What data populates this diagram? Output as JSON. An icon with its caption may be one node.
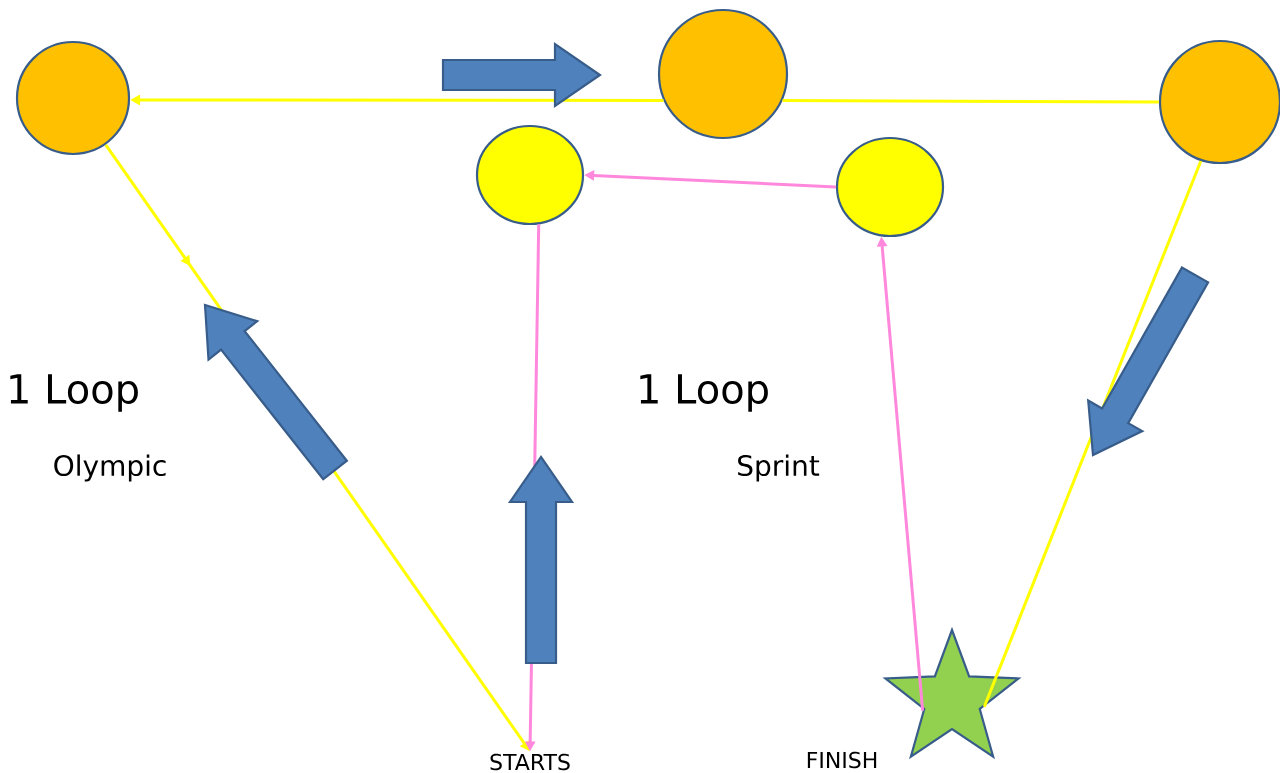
{
  "diagram": {
    "nodes": [
      {
        "text": [],
        "shape": "circle"
      },
      {
        "text": [],
        "shape": "circle"
      },
      {
        "text": [],
        "shape": "circle"
      },
      {
        "text": [],
        "shape": "circle"
      },
      {
        "text": [],
        "shape": "circle"
      },
      {
        "text": [
          "STARTS"
        ]
      },
      {
        "text": [
          "FINISH"
        ]
      },
      {
        "text": [],
        "shape": "star"
      }
    ],
    "edges": [
      {
        "from": 7,
        "to": 2,
        "arrow": "none"
      },
      {
        "from": 2,
        "to": 1,
        "arrow": "none"
      },
      {
        "from": 1,
        "to": 0,
        "arrow": "to"
      },
      {
        "from": 0,
        "to": 5,
        "arrow": "to"
      },
      {
        "from": 7,
        "to": 4,
        "arrow": "to",
        "color": "#ff88dd"
      },
      {
        "from": 4,
        "to": 3,
        "arrow": "to",
        "color": "#ff88dd"
      },
      {
        "from": 3,
        "to": 5,
        "arrow": "to",
        "color": "#ff88dd"
      }
    ],
    "labels": [
      "1 Loop",
      "Olympic",
      "1 Loop",
      "Sprint"
    ]
  }
}
